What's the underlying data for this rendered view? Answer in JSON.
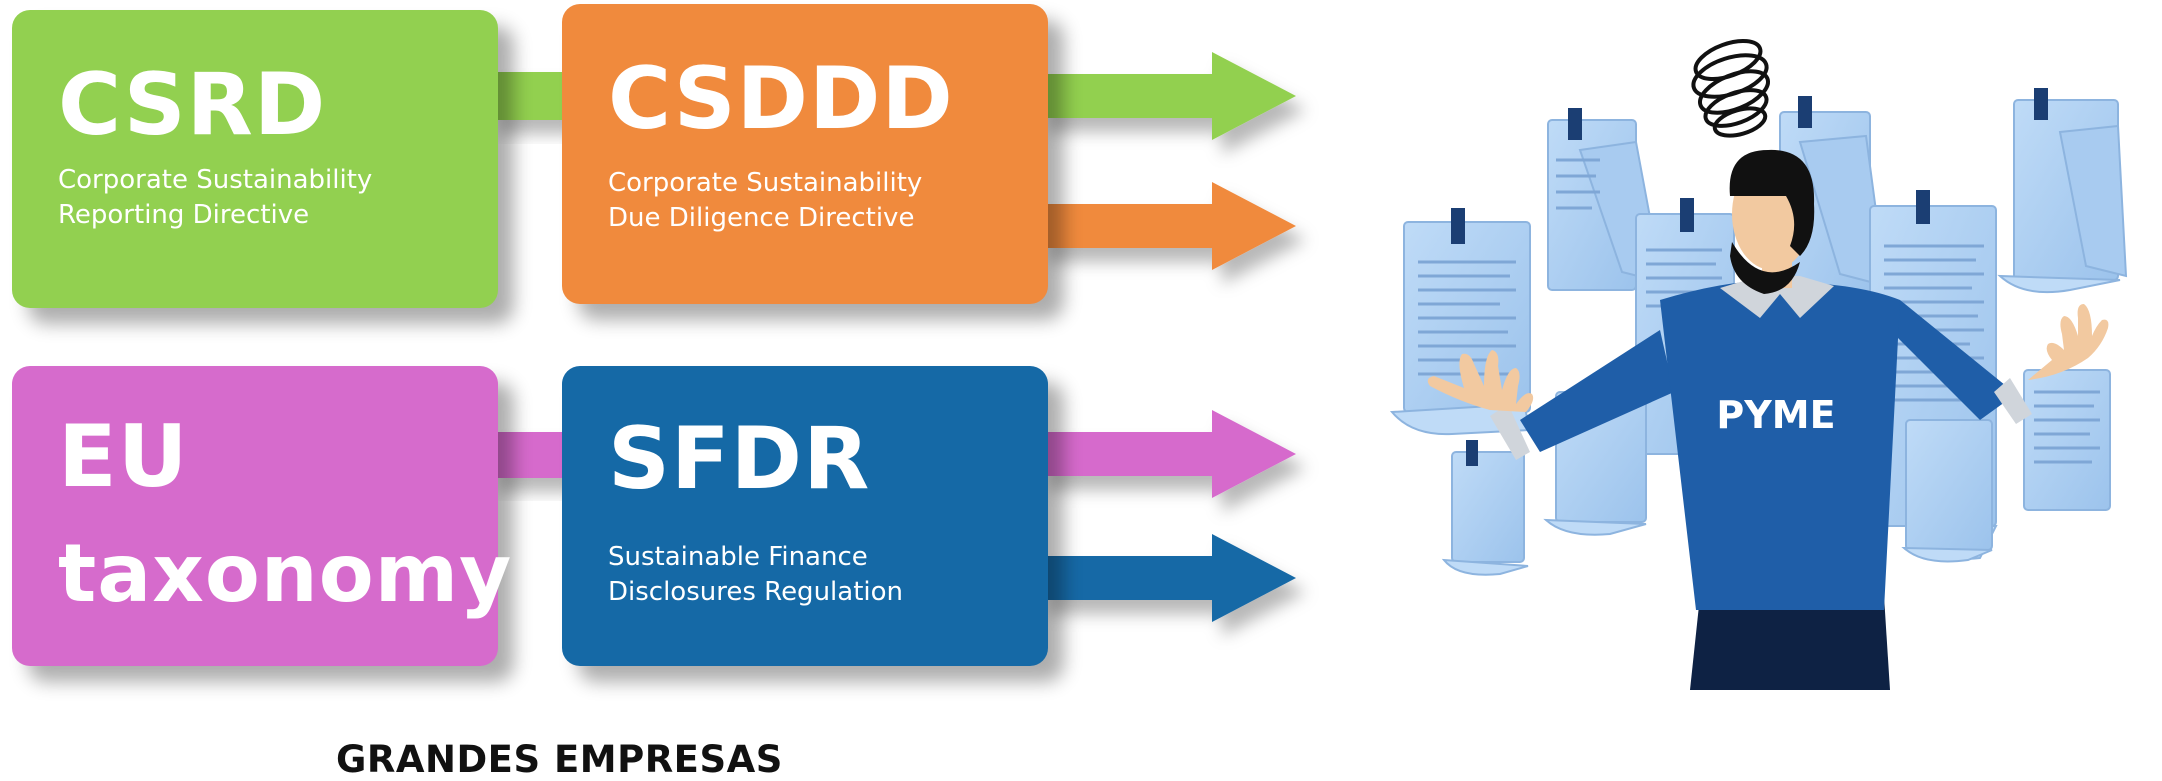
{
  "boxes": {
    "csrd": {
      "title": "CSRD",
      "sub1": "Corporate Sustainability",
      "sub2": "Reporting Directive",
      "color": "#92D050"
    },
    "csddd": {
      "title": "CSDDD",
      "sub1": "Corporate Sustainability",
      "sub2": "Due Diligence Directive",
      "color": "#F08A3D"
    },
    "eu": {
      "title1": "EU",
      "title2": "taxonomy",
      "color": "#D66BCC"
    },
    "sfdr": {
      "title": "SFDR",
      "sub1": "Sustainable Finance",
      "sub2": "Disclosures Regulation",
      "color": "#1569A6"
    }
  },
  "figure": {
    "shirt_label": "PYME",
    "shirt_color": "#1F5EA8",
    "paper_color": "#A9CCF0"
  },
  "footer": {
    "label": "GRANDES EMPRESAS"
  }
}
